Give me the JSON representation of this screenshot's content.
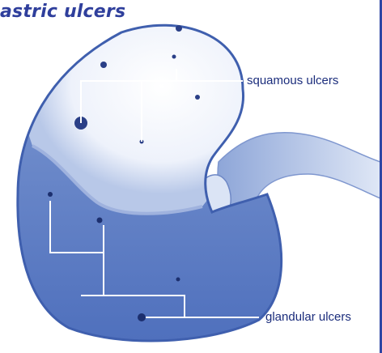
{
  "title": "astric ulcers",
  "labels": {
    "squamous": "squamous ulcers",
    "glandular": "glandular ulcers"
  },
  "colors": {
    "title": "#2f3f9c",
    "label_text": "#1b2d7c",
    "stomach_glandular": "#5a7cc4",
    "stomach_squamous": "#ffffff",
    "outline": "#1e3a8a",
    "leader_line": "#ffffff",
    "right_border": "#2e46a4"
  }
}
